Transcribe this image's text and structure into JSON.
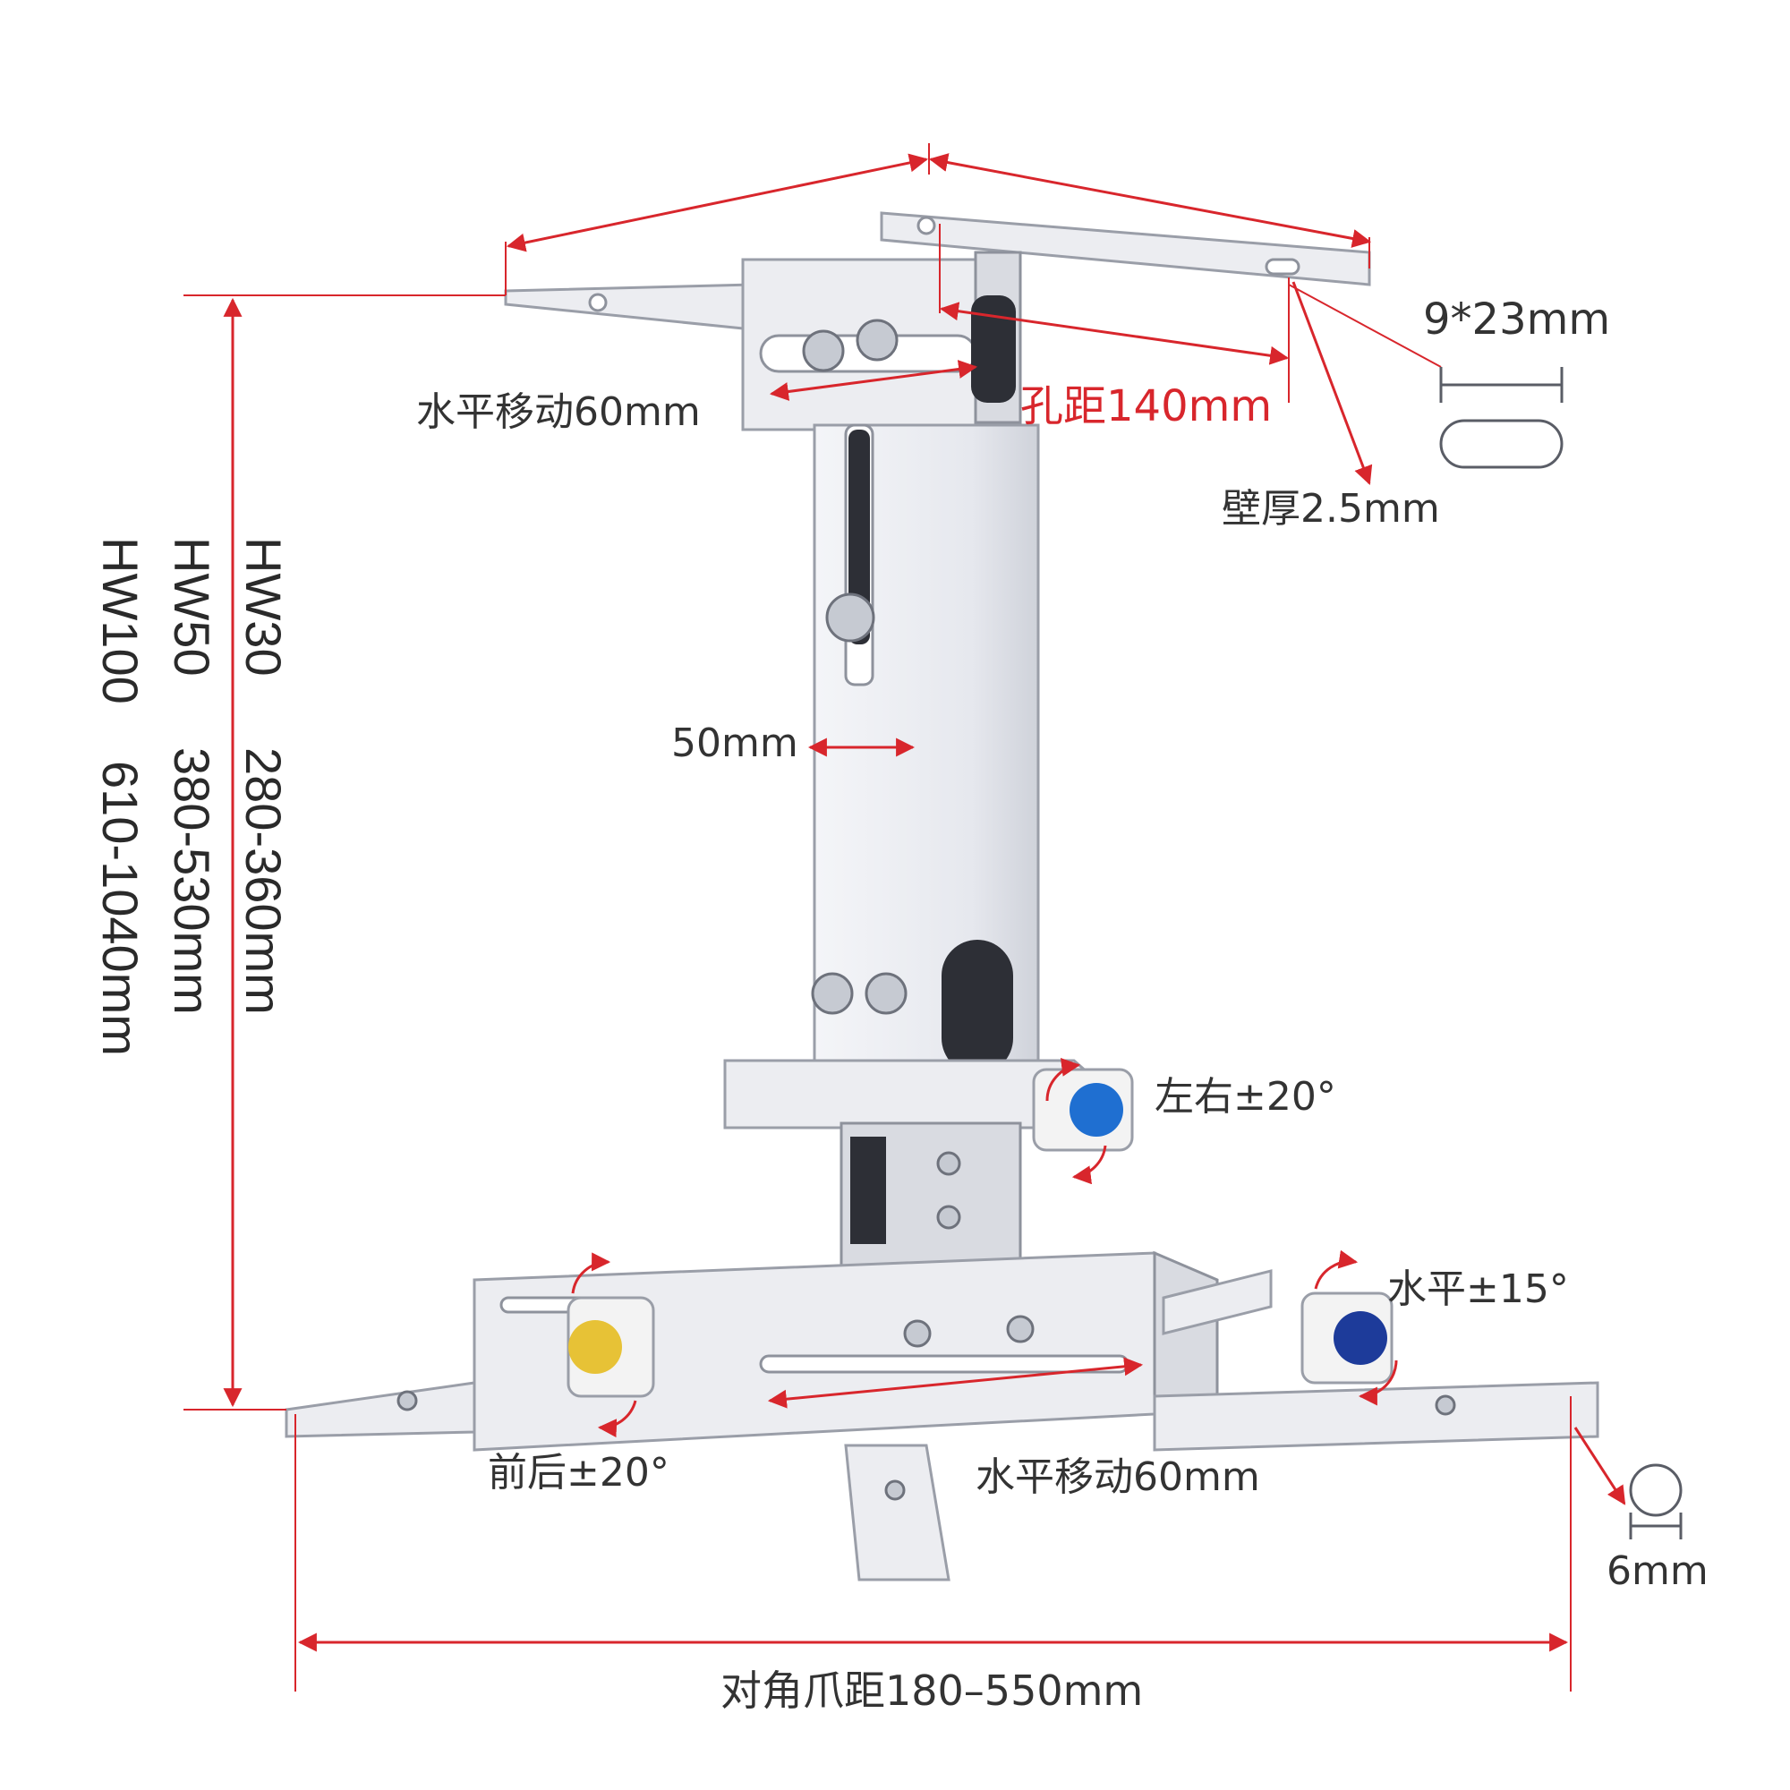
{
  "labels": {
    "hole_size": "9*23mm",
    "horiz_move_top": "水平移动60mm",
    "hole_distance": "孔距140mm",
    "wall_thickness": "壁厚2.5mm",
    "tube_width": "50mm",
    "left_right": "左右±20°",
    "level": "水平±15°",
    "front_back": "前后±20°",
    "horiz_move_bottom": "水平移动60mm",
    "claw_hole": "6mm",
    "claw_span": "对角爪距180–550mm"
  },
  "models": [
    {
      "name": "HW30",
      "range": "280-360mm"
    },
    {
      "name": "HW50",
      "range": "380-530mm"
    },
    {
      "name": "HW100",
      "range": "610-1040mm"
    }
  ],
  "colors": {
    "dimension_red": "#d8262c",
    "knob_blue": "#1f6fd1",
    "knob_navy": "#1d3b9a",
    "knob_yellow": "#e7c236",
    "metal": "#ecedf1"
  }
}
